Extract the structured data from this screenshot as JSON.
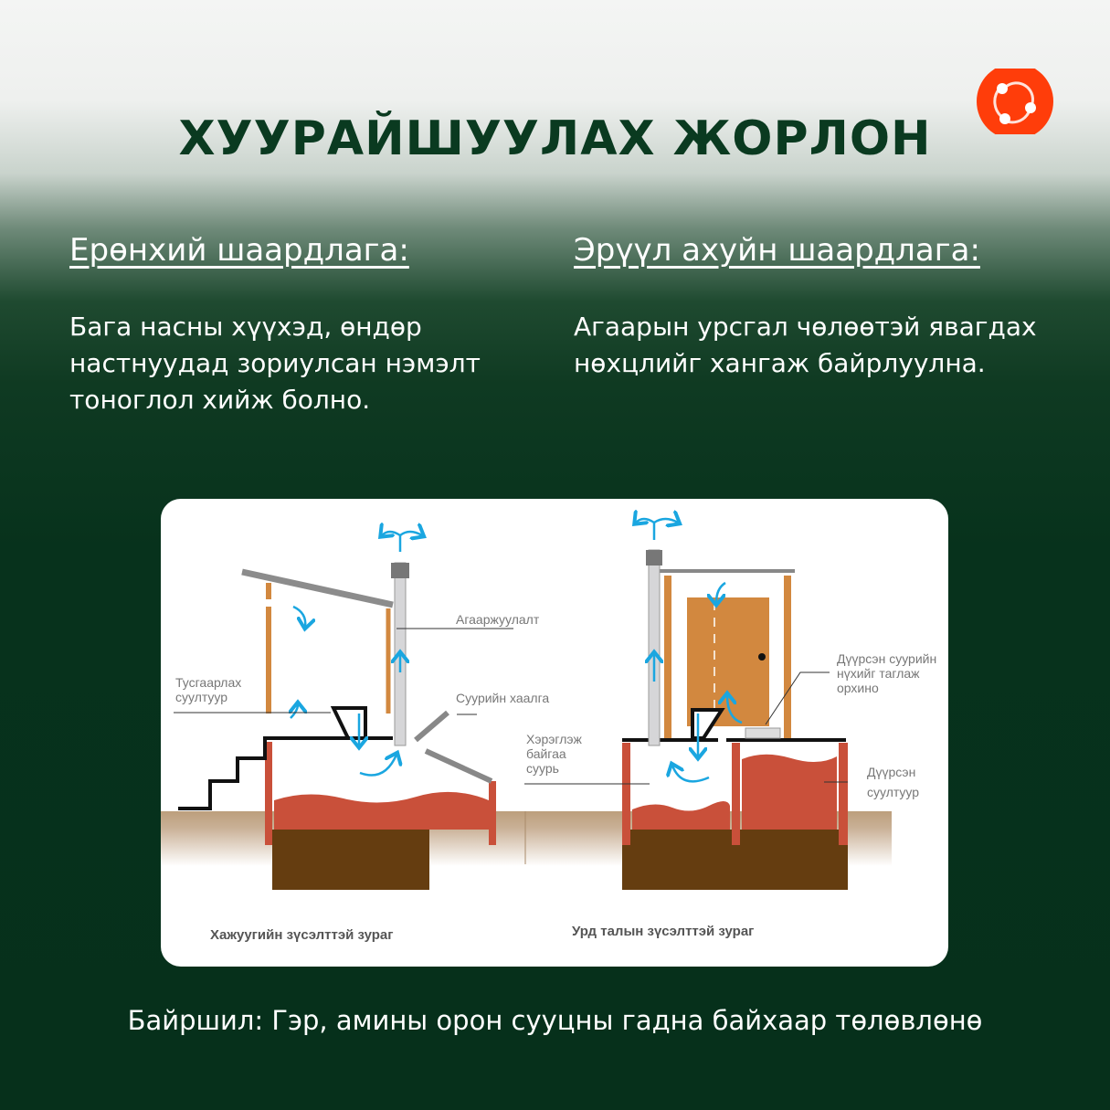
{
  "title": "ХУУРАЙШУУЛАХ ЖОРЛОН",
  "logo": {
    "icon": "orbit-logo-icon",
    "color": "#ff3d0a"
  },
  "columns": [
    {
      "heading": "Ерөнхий шаардлага:",
      "text": "Бага насны хүүхэд, өндөр настнуудад зориулсан нэмэлт тоноглол хийж болно."
    },
    {
      "heading": "Эрүүл ахуйн шаардлага:",
      "text": "Агаарын урсгал чөлөөтэй явагдах нөхцлийг хангаж байрлуулна."
    }
  ],
  "diagram": {
    "left": {
      "caption": "Хажуугийн зүсэлттэй зураг",
      "labels": {
        "ventilation": "Агааржуулалт",
        "separating_seat": "Тусгаарлах суултуур",
        "pit_door": "Суурийн хаалга"
      }
    },
    "right": {
      "caption": "Урд талын зүсэлттэй зураг",
      "labels": {
        "pit_in_use": "Хэрэглэж байгаа суурь",
        "full_pit_cover": "Дүүрсэн суурийн нүхийг таглаж орхино",
        "full_seat": "Дүүрсэн суултуур"
      }
    },
    "colors": {
      "wall": "#c9503a",
      "ground": "#bc9e7c",
      "soil": "#653d10",
      "wood": "#d2883f",
      "arrow": "#1aa6e0"
    }
  },
  "footer": "Байршил: Гэр, амины орон сууцны гадна байхаар төлөвлөнө"
}
